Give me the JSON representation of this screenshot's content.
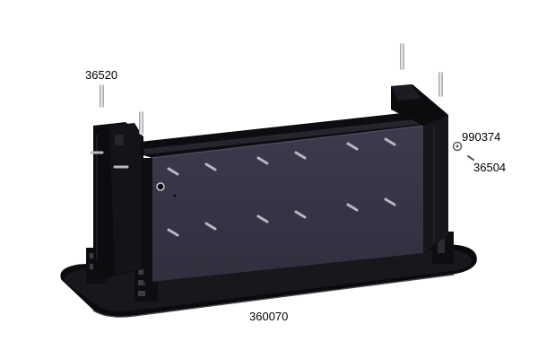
{
  "callouts": {
    "pin": "36520",
    "washer": "990374",
    "screw": "36504",
    "base_assembly": "360070"
  },
  "colors": {
    "background": "#ffffff",
    "body_dark": "#0d0d10",
    "panel_face": "#3a3a4a",
    "pin": "#c9c9cf",
    "label": "#000000"
  }
}
